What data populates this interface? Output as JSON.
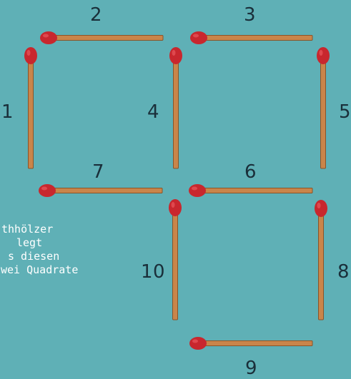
{
  "background_color": "#5fb0b6",
  "match_colors": {
    "stick": "#c9854a",
    "stick_edge": "#8a5428",
    "head": "#c8272e",
    "head_highlight": "#e8575c"
  },
  "matches": [
    {
      "id": "1",
      "label": "1",
      "orientation": "vertical",
      "head": "top"
    },
    {
      "id": "2",
      "label": "2",
      "orientation": "horizontal",
      "head": "left"
    },
    {
      "id": "3",
      "label": "3",
      "orientation": "horizontal",
      "head": "left"
    },
    {
      "id": "4",
      "label": "4",
      "orientation": "vertical",
      "head": "top"
    },
    {
      "id": "5",
      "label": "5",
      "orientation": "vertical",
      "head": "top"
    },
    {
      "id": "6",
      "label": "6",
      "orientation": "horizontal",
      "head": "left"
    },
    {
      "id": "7",
      "label": "7",
      "orientation": "horizontal",
      "head": "left"
    },
    {
      "id": "8",
      "label": "8",
      "orientation": "vertical",
      "head": "top"
    },
    {
      "id": "9",
      "label": "9",
      "orientation": "horizontal",
      "head": "left"
    },
    {
      "id": "10",
      "label": "10",
      "orientation": "vertical",
      "head": "top"
    }
  ],
  "caption_lines": [
    "thhölzer",
    "legt",
    "s diesen",
    "wei Quadrate"
  ]
}
